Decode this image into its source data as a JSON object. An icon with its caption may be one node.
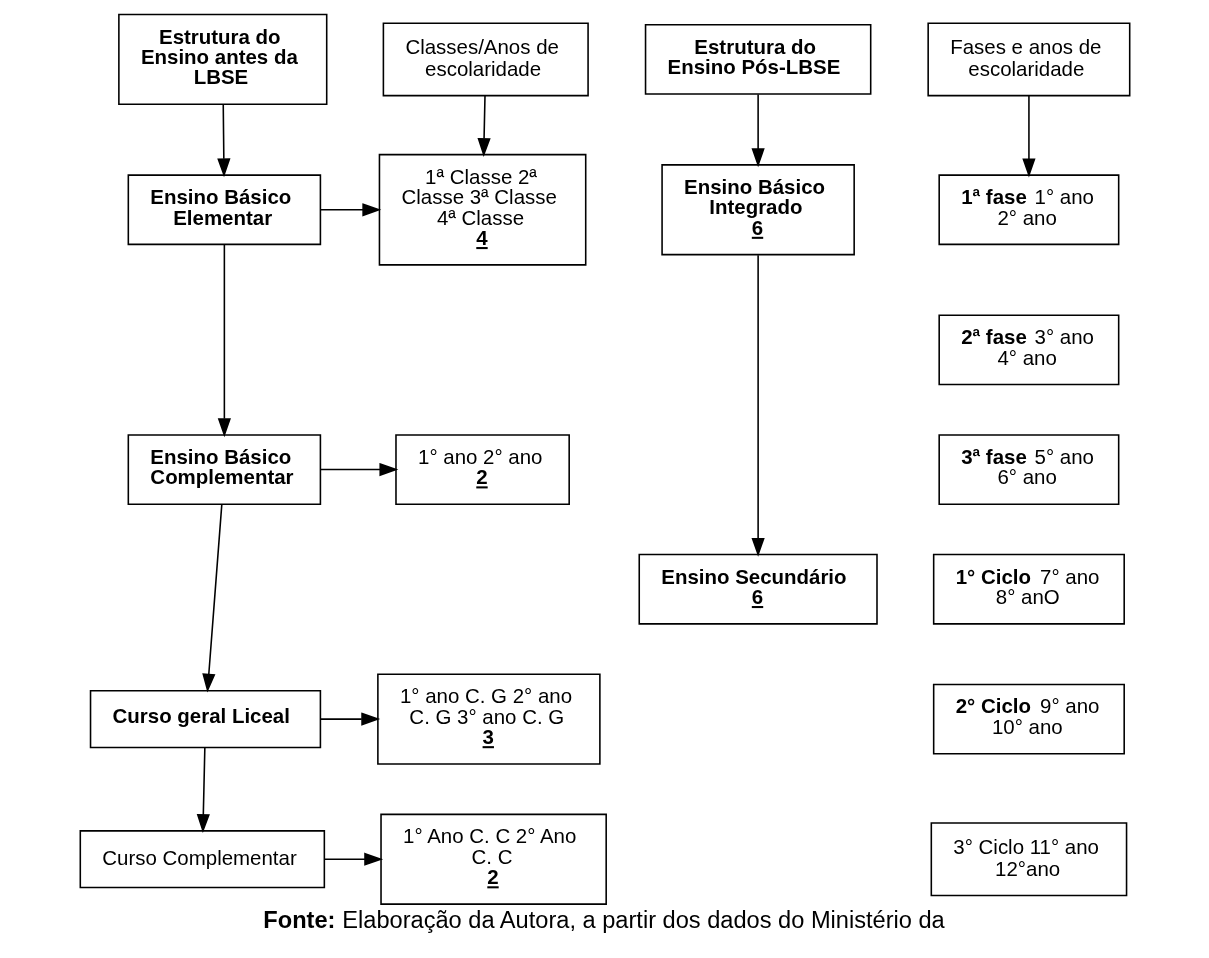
{
  "diagram": {
    "caption": "**Fonte:** Elaboração da Autora, a partir dos dados do Ministério da",
    "nodes": [
      {
        "text": [
          "Estrutura do Ensino antes da LBSE"
        ]
      },
      {
        "text": [
          "Classes/Anos de escolaridade"
        ]
      },
      {
        "text": [
          "Estrutura do Ensino Pós-LBSE"
        ]
      },
      {
        "text": [
          "Fases e anos de escolaridade"
        ]
      },
      {
        "text": [
          "Ensino Básico Elementar"
        ]
      },
      {
        "text": [
          "1ª Classe 2ª Classe 3ª Classe 4ª Classe",
          "4"
        ]
      },
      {
        "text": [
          "Ensino Básico Integrado",
          "6"
        ]
      },
      {
        "text": [
          "**1ª fase** 1° ano 2° ano"
        ]
      },
      {
        "text": [
          "**2ª fase** 3° ano 4° ano"
        ]
      },
      {
        "text": [
          "Ensino Básico Complementar"
        ]
      },
      {
        "text": [
          "1° ano 2° ano",
          "2"
        ]
      },
      {
        "text": [
          "**3ª fase** 5° ano 6° ano"
        ]
      },
      {
        "text": [
          "Ensino Secundário",
          "6"
        ]
      },
      {
        "text": [
          "**1° Ciclo** 7° ano 8° anO"
        ]
      },
      {
        "text": [
          "Curso geral Liceal"
        ]
      },
      {
        "text": [
          "1° ano C. G 2° ano C. G 3° ano C. G",
          "3"
        ]
      },
      {
        "text": [
          "**2° Ciclo** 9° ano 10° ano"
        ]
      },
      {
        "text": [
          "3° Ciclo 11° ano 12°ano"
        ]
      },
      {
        "text": [
          "Curso Complementar"
        ]
      },
      {
        "text": [
          "1° Ano C. C 2° Ano C. C",
          "2"
        ]
      }
    ],
    "edges": [
      {
        "from": 0,
        "to": 4,
        "arrow": "to"
      },
      {
        "from": 1,
        "to": 5,
        "arrow": "to"
      },
      {
        "from": 2,
        "to": 6,
        "arrow": "to"
      },
      {
        "from": 3,
        "to": 7,
        "arrow": "to"
      },
      {
        "from": 4,
        "to": 5,
        "arrow": "to"
      },
      {
        "from": 4,
        "to": 9,
        "arrow": "to"
      },
      {
        "from": 6,
        "to": 12,
        "arrow": "to"
      },
      {
        "from": 9,
        "to": 10,
        "arrow": "to"
      },
      {
        "from": 9,
        "to": 14,
        "arrow": "to"
      },
      {
        "from": 14,
        "to": 15,
        "arrow": "to"
      },
      {
        "from": 14,
        "to": 18,
        "arrow": "to"
      },
      {
        "from": 18,
        "to": 19,
        "arrow": "to"
      }
    ]
  }
}
